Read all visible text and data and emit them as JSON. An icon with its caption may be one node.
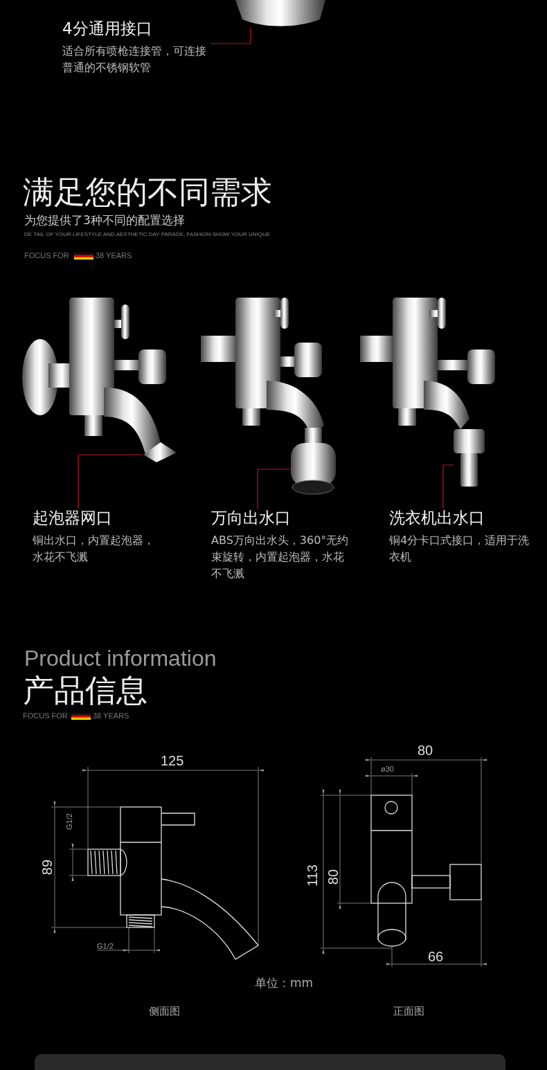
{
  "diagram": {
    "nodes": [
      {
        "text": [
          "4分通用接口",
          "适合所有喷枪连接管，可连接普通的不锈钢软管"
        ]
      },
      {
        "text": [],
        "shape": "picture"
      },
      {
        "text": [],
        "shape": "picture"
      },
      {
        "text": [
          "起泡器网口",
          "铜出水口，内置起泡器，水花不飞溅"
        ]
      },
      {
        "text": [],
        "shape": "picture"
      },
      {
        "text": [
          "万向出水口",
          "ABS万向出水头，360°无约束旋转，内置起泡器，水花不飞溅"
        ]
      },
      {
        "text": [],
        "shape": "picture"
      },
      {
        "text": [
          "洗衣机出水口",
          "铜4分卡口式接口，适用于洗衣机"
        ]
      }
    ],
    "edges": [
      {
        "from": 0,
        "to": 1,
        "arrow": "none"
      },
      {
        "from": 3,
        "to": 2,
        "arrow": "none"
      },
      {
        "from": 5,
        "to": 4,
        "arrow": "none"
      },
      {
        "from": 7,
        "to": 6,
        "arrow": "none"
      }
    ],
    "labels": [
      "满足您的不同需求",
      "为您提供了3种不同的配置选择",
      "DE TAIL OF YOUR LIFESTYLE AND AESTHETIC DAY PARADE, FASHION SHOW YOUR UNIQUE",
      "FOCUS FOR",
      "38 YEARS",
      "Product information",
      "产品信息",
      "FOCUS FOR",
      "38 YEARS",
      "125",
      "G1/2",
      "89",
      "G1/2",
      "80",
      "ø30",
      "113",
      "80",
      "66",
      "单位：mm",
      "侧面图",
      "正面图"
    ]
  }
}
